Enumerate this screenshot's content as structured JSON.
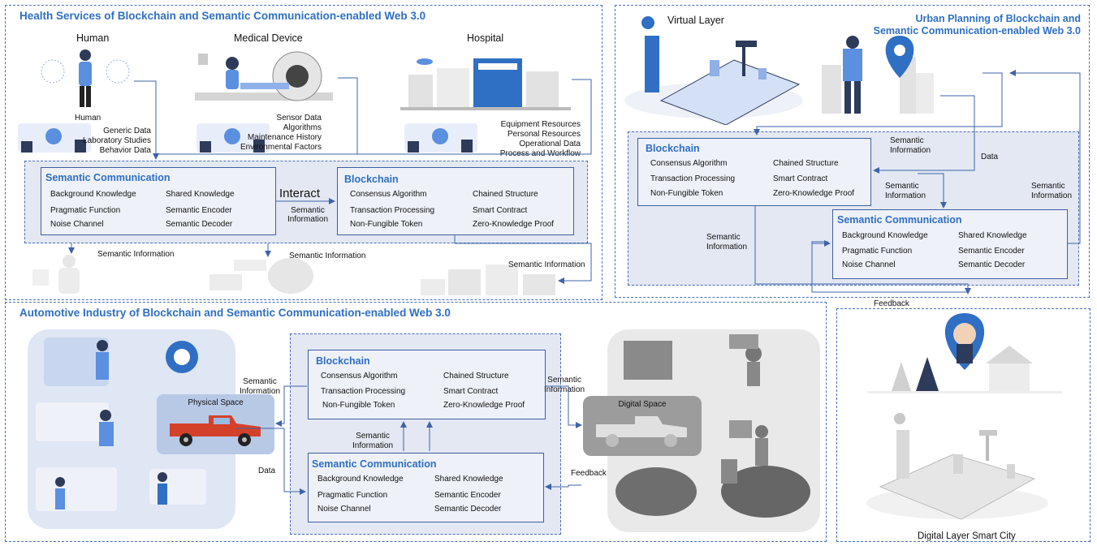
{
  "health": {
    "title": "Health Services of Blockchain and Semantic Communication-enabled Web 3.0",
    "human": {
      "header": "Human",
      "caption": "Human",
      "data": [
        "Generic Data",
        "Laboratory Studies",
        "Behavior Data"
      ]
    },
    "device": {
      "header": "Medical Device",
      "data": [
        "Sensor Data",
        "Algorithms",
        "Maintenance History",
        "Environmental Factors"
      ]
    },
    "hospital": {
      "header": "Hospital",
      "data": [
        "Equipment Resources",
        "Personal Resources",
        "Operational Data",
        "Process and Workflow"
      ]
    },
    "interact": "Interact",
    "semantic_info": "Semantic Information",
    "outputs": [
      "Semantic Information",
      "Semantic Information",
      "Semantic Information"
    ]
  },
  "semcomm": {
    "title": "Semantic Communication",
    "items": [
      "Background Knowledge",
      "Shared Knowledge",
      "Pragmatic Function",
      "Semantic Encoder",
      "Noise Channel",
      "Semantic Decoder"
    ]
  },
  "blockchain": {
    "title": "Blockchain",
    "items": [
      "Consensus Algorithm",
      "Chained Structure",
      "Transaction Processing",
      "Smart Contract",
      "Non-Fungible Token",
      "Zero-Knowledge Proof"
    ]
  },
  "urban": {
    "title_line1": "Urban Planning of Blockchain and",
    "title_line2": "Semantic Communication-enabled Web 3.0",
    "virtual_layer": "Virtual Layer",
    "semantic_info": "Semantic Information",
    "data": "Data",
    "feedback": "Feedback"
  },
  "auto": {
    "title": "Automotive Industry of Blockchain and Semantic Communication-enabled Web 3.0",
    "physical_space": "Physical Space",
    "digital_space": "Digital Space",
    "semantic_info": "Semantic Information",
    "data": "Data",
    "feedback": "Feedback"
  },
  "city": {
    "caption": "Digital Layer Smart City"
  },
  "colors": {
    "accent": "#2f6fc4",
    "border": "#3f5f9e",
    "box_fill": "#eef1f8",
    "panel_fill": "#e3e8f3",
    "gray": "#d9d9d9"
  }
}
